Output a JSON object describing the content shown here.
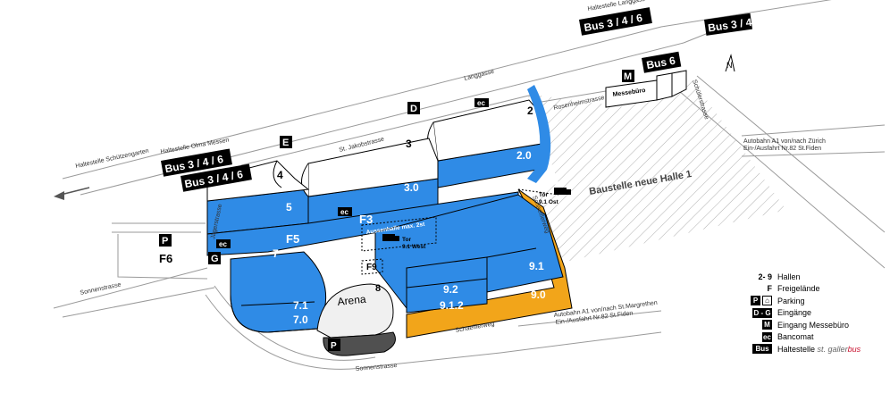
{
  "map": {
    "streets": {
      "langgasse": "Langgasse",
      "st_jakob": "St. Jakobstrasse",
      "rosenheim": "Rosenheimstrasse",
      "jaeger": "Jägerstrasse",
      "sonnen_1": "Sonnenstrasse",
      "sonnen_2": "Sonnenstrasse",
      "schuetzengarten": "Haltestelle Schützengarten",
      "schaeffler": "Schaefflerweg",
      "schaefflerweg2": "Schaefflerweg",
      "schuelstrasse": "Schülerstrasse"
    },
    "stops": {
      "langgasse_stop": "Haltestelle Langgass",
      "olma_stop": "Haltestelle Olma Messen"
    },
    "bus_labels": {
      "top_langgasse": "Bus 3 / 4 / 6",
      "top_right": "Bus 3 / 4",
      "bus6": "Bus 6",
      "left_upper": "Bus 3 / 4 / 6",
      "left_lower": "Bus 3 / 4 / 6"
    },
    "motorway": {
      "north": "Autobahn A1 von/nach Zürich",
      "north_exit": "Ein-/Ausfahrt Nr.82 St.Fiden",
      "south": "Autobahn A1 von/nach St.Margrethen",
      "south_exit": "Ein-/Ausfahrt Nr.82 St.Fiden"
    },
    "halls": {
      "h2": "2",
      "h3": "3",
      "h4": "4",
      "h5": "5",
      "h7": "7",
      "h8": "8",
      "h2_0": "2.0",
      "h3_0": "3.0",
      "h7_1": "7.1",
      "h7_0": "7.0",
      "h9_1": "9.1",
      "h9_0": "9.0",
      "h9_2": "9.2",
      "h9_1_2": "9.1.2"
    },
    "areas": {
      "f3": "F3",
      "f5": "F5",
      "f6": "F6",
      "f9": "F9",
      "arena": "Arena",
      "construction": "Baustelle neue Halle 1",
      "messebuero": "Messebüro"
    },
    "entrances": {
      "d": "D",
      "e": "E",
      "g": "G",
      "m": "M",
      "p": "P"
    },
    "ec_label": "ec",
    "gates": {
      "west_box": "Aussenhalle max. 2st",
      "west_tor": "Tor",
      "west_name": "9.1 West",
      "ost_tor": "Tor",
      "ost_name": "9.1 Ost"
    },
    "north_arrow": "N",
    "colors": {
      "hall_blue": "#2f8be6",
      "hall_orange": "#f2a51a",
      "road_line": "#9a9a9a",
      "hatch": "#b0b0b0",
      "black": "#000000"
    }
  },
  "legend": {
    "items": [
      {
        "key": "2- 9",
        "text": "Hallen"
      },
      {
        "key": "F",
        "text": "Freigelände"
      },
      {
        "key": "P",
        "text": "Parking"
      },
      {
        "key": "D - G",
        "text": "Eingänge"
      },
      {
        "key": "M",
        "text": "Eingang Messebüro"
      },
      {
        "key": "ec",
        "text": "Bancomat"
      },
      {
        "key": "Bus",
        "text": "Haltestelle",
        "brand1": "st. galler",
        "brand2": "bus"
      }
    ]
  }
}
